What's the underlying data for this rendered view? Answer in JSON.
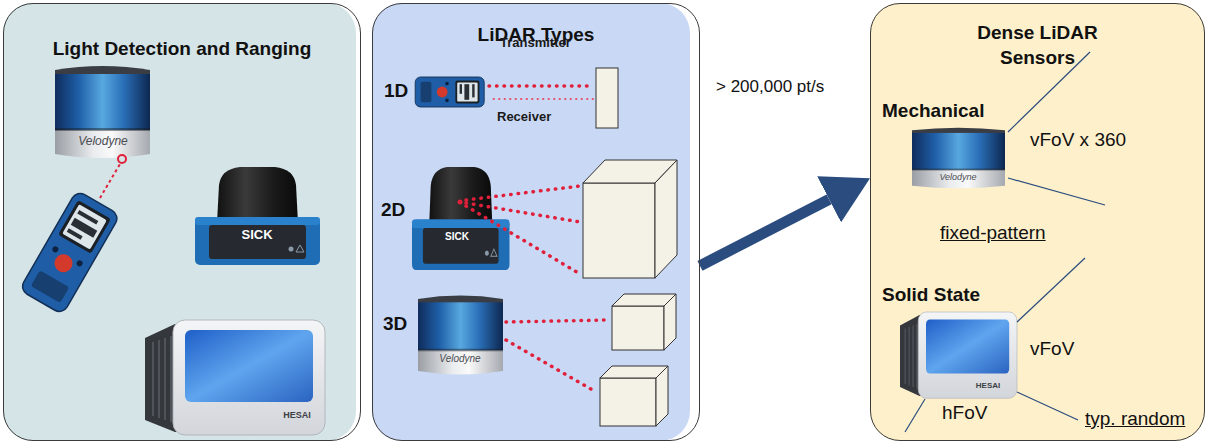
{
  "diagram": {
    "nodes": [
      {
        "text": [
          "Light Detection and Ranging"
        ]
      },
      {
        "text": [
          "LiDAR Types"
        ]
      },
      {
        "text": [
          "Dense LiDAR Sensors"
        ]
      }
    ],
    "edges": [
      {
        "from": 1,
        "to": 2,
        "arrow": "to",
        "label": "> 200,000 pt/s"
      }
    ],
    "labels": [
      "Velodyne",
      "SICK",
      "HESAI",
      "Transmitter",
      "1D",
      "Receiver",
      "2D",
      "SICK",
      "3D",
      "Velodyne",
      "Mechanical",
      "vFoV x 360",
      "Velodyne",
      "fixed-pattern",
      "Solid State",
      "vFoV",
      "HESAI",
      "hFoV",
      "typ. random"
    ]
  }
}
